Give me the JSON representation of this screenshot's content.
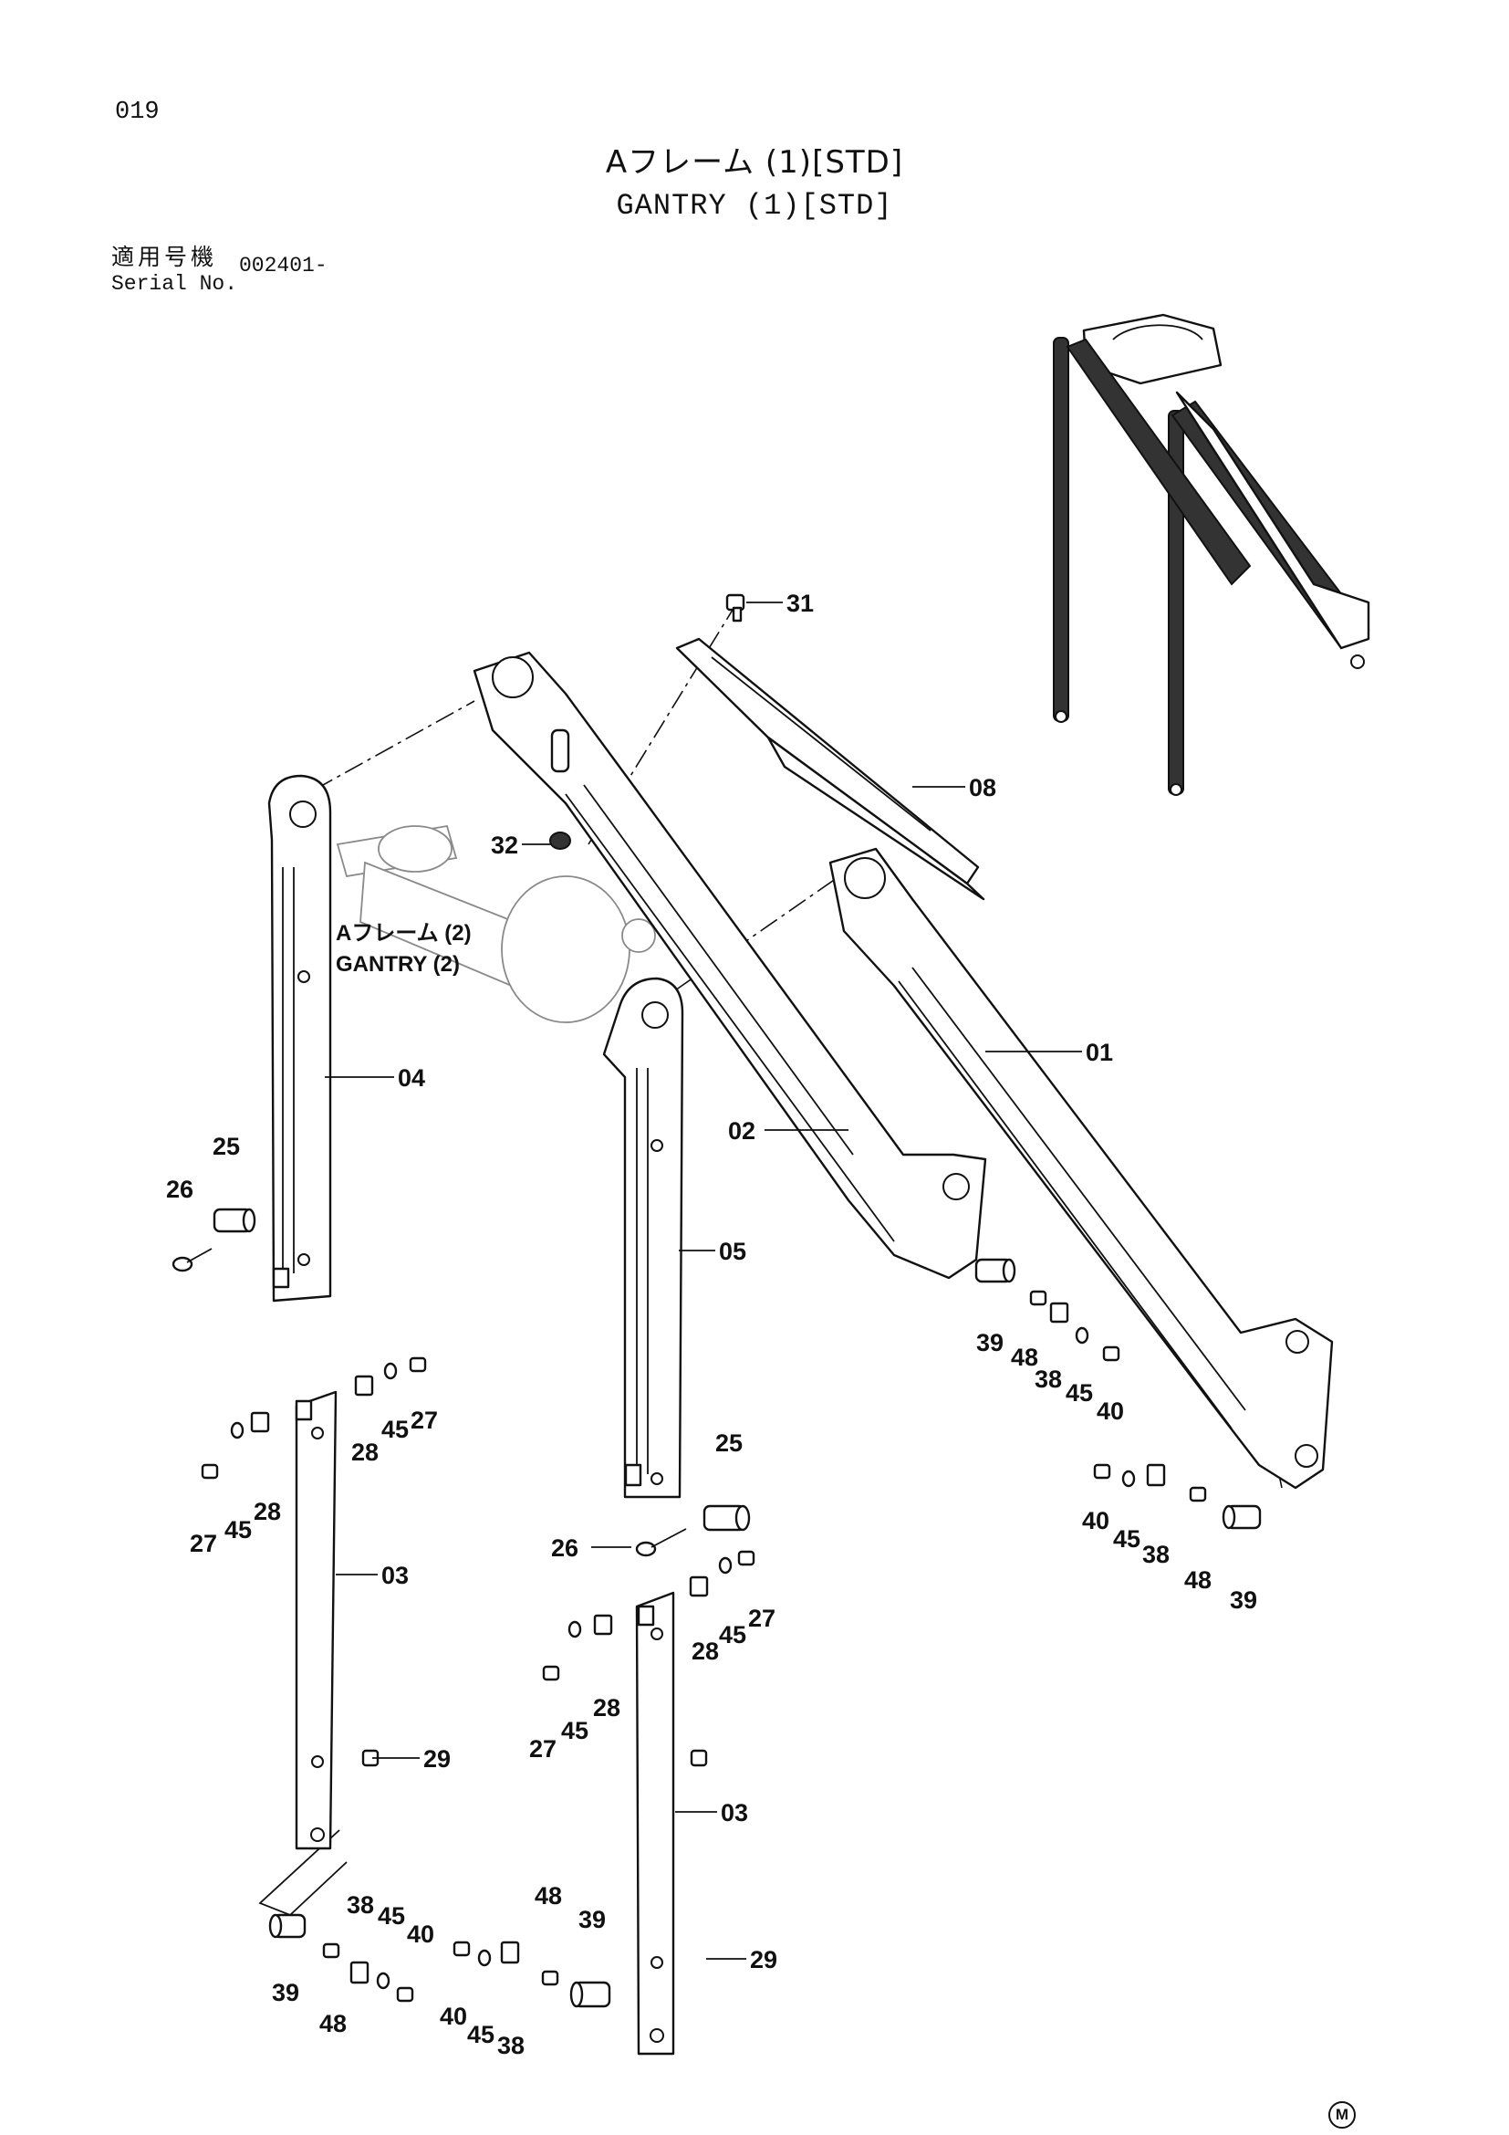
{
  "page": {
    "number": "019",
    "title_jp": "Aフレーム (1)[STD]",
    "title_en": "GANTRY (1)[STD]",
    "serial_label_jp": "適用号機",
    "serial_label_en": "Serial No.",
    "serial_value": "002401-",
    "maker_mark": "M"
  },
  "reference": {
    "line1": "Aフレーム (2)",
    "line2": "GANTRY (2)"
  },
  "callouts": {
    "c31": "31",
    "c08": "08",
    "c32": "32",
    "c01": "01",
    "c02": "02",
    "c04": "04",
    "c05": "05",
    "c25a": "25",
    "c26a": "26",
    "c25b": "25",
    "c26b": "26",
    "c03a": "03",
    "c03b": "03",
    "c29a": "29",
    "c29b": "29",
    "c27a": "27",
    "c45a": "45",
    "c28a": "28",
    "c28b": "28",
    "c45b": "45",
    "c27b": "27",
    "c28c": "28",
    "c45c": "45",
    "c27c": "27",
    "c27d": "27",
    "c45d": "45",
    "c28d": "28",
    "c39a": "39",
    "c48a": "48",
    "c38a": "38",
    "c45e": "45",
    "c40a": "40",
    "c40b": "40",
    "c45f": "45",
    "c38b": "38",
    "c48b": "48",
    "c39b": "39",
    "c39c": "39",
    "c48c": "48",
    "c38c": "38",
    "c45g": "45",
    "c40c": "40",
    "c40d": "40",
    "c45h": "45",
    "c38d": "38",
    "c48d": "48",
    "c39d": "39"
  }
}
